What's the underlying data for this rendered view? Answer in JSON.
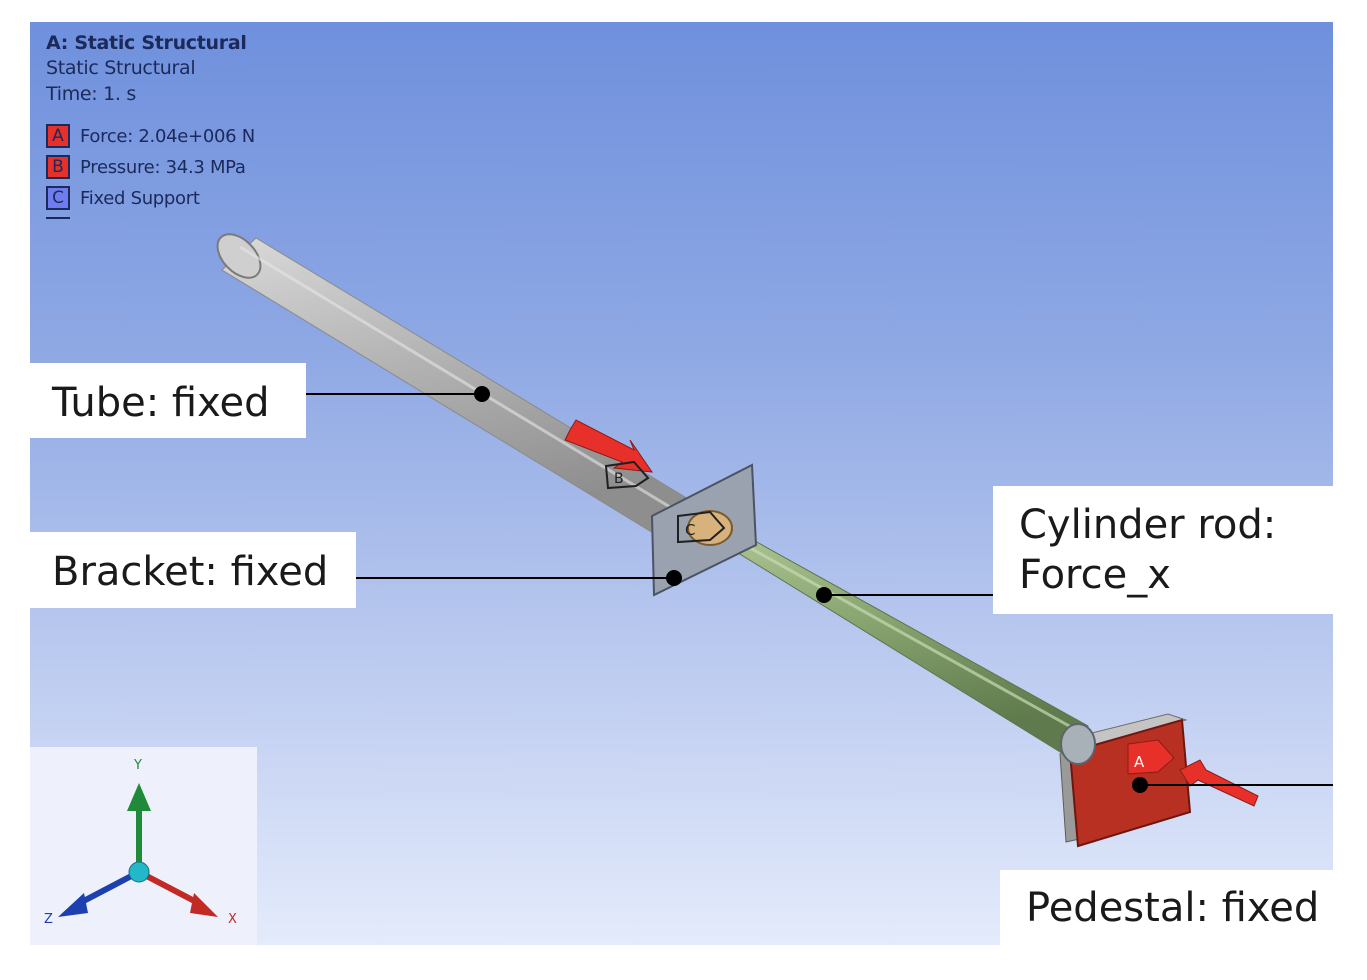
{
  "header": {
    "title": "A: Static Structural",
    "analysis_type": "Static Structural",
    "time": "Time: 1. s"
  },
  "legend": [
    {
      "letter": "A",
      "label": "Force: 2.04e+006 N",
      "color": "#e8302a"
    },
    {
      "letter": "B",
      "label": "Pressure: 34.3 MPa",
      "color": "#e8302a"
    },
    {
      "letter": "C",
      "label": "Fixed Support",
      "color": "#6f7cf0"
    }
  ],
  "callouts": {
    "tube": "Tube: fixed",
    "bracket": "Bracket: fixed",
    "rod_line1": "Cylinder rod:",
    "rod_line2": "Force_x",
    "pedestal": "Pedestal: fixed"
  },
  "model_tags": {
    "force": "A",
    "pressure": "B",
    "fixed_support": "C"
  },
  "triad": {
    "x_label": "X",
    "y_label": "Y",
    "z_label": "Z"
  },
  "colors": {
    "tube": "#b4b4b4",
    "rod": "#8fab74",
    "pedestal": "#b83022",
    "load_arrow": "#e8302a",
    "fixed_support": "#6f7cf0"
  }
}
